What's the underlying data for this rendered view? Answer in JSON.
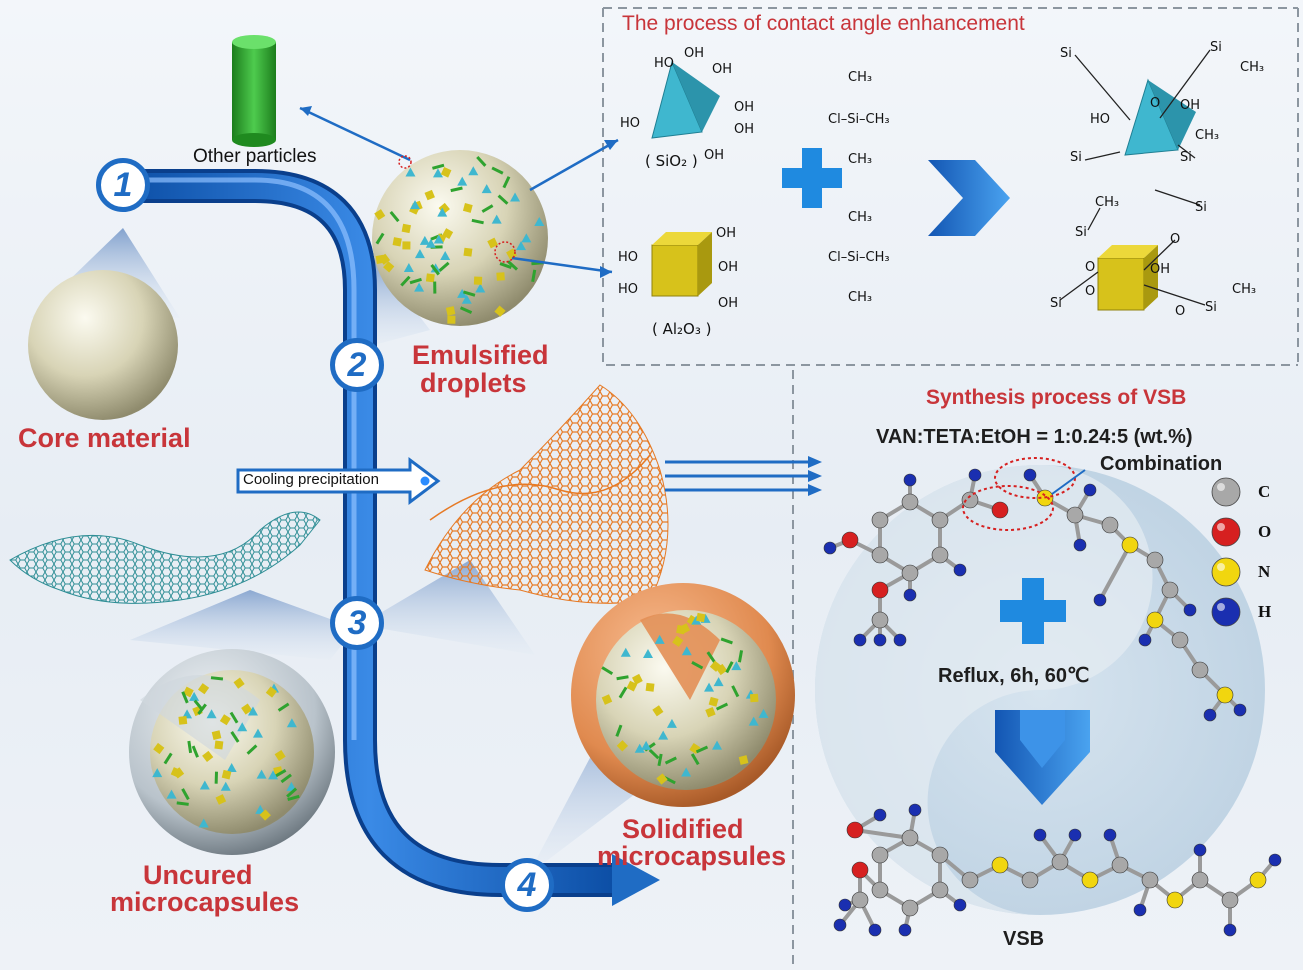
{
  "title_contact": "The process of contact angle enhancement",
  "title_synthesis": "Synthesis process of VSB",
  "ratio": "VAN:TETA:EtOH = 1:0.24:5  (wt.%)",
  "combination": "Combination",
  "reflux": "Reflux, 6h, 60℃",
  "product": "VSB",
  "steps": [
    "1",
    "2",
    "3",
    "4"
  ],
  "labels": {
    "core": "Core material",
    "emulsified_1": "Emulsified",
    "emulsified_2": "droplets",
    "uncured_1": "Uncured",
    "uncured_2": "microcapsules",
    "solidified_1": "Solidified",
    "solidified_2": "microcapsules",
    "other": "Other particles",
    "cooling": "Cooling precipitation"
  },
  "chem": {
    "sio2": "( SiO₂ )",
    "al2o3": "( Al₂O₃ )",
    "reagent": "Cl–Si–CH₃",
    "ch3": "CH₃",
    "oh": "OH",
    "ho": "HO",
    "o": "O",
    "si": "Si"
  },
  "legend": [
    {
      "symbol": "C",
      "color": "#a8a8a8"
    },
    {
      "symbol": "O",
      "color": "#d62020"
    },
    {
      "symbol": "N",
      "color": "#f1d60f"
    },
    {
      "symbol": "H",
      "color": "#1a2fb0"
    }
  ],
  "colors": {
    "accent_blue": "#1f6cc4",
    "label_red": "#c8353a",
    "shell_orange": "#e8945a",
    "graphene_orange": "#e67a25",
    "graphene_teal": "#2f8e95",
    "sio2_cyan": "#3fb7cf",
    "al2o3_yellow": "#d7c21b",
    "cylinder_green": "#2fa32f"
  }
}
